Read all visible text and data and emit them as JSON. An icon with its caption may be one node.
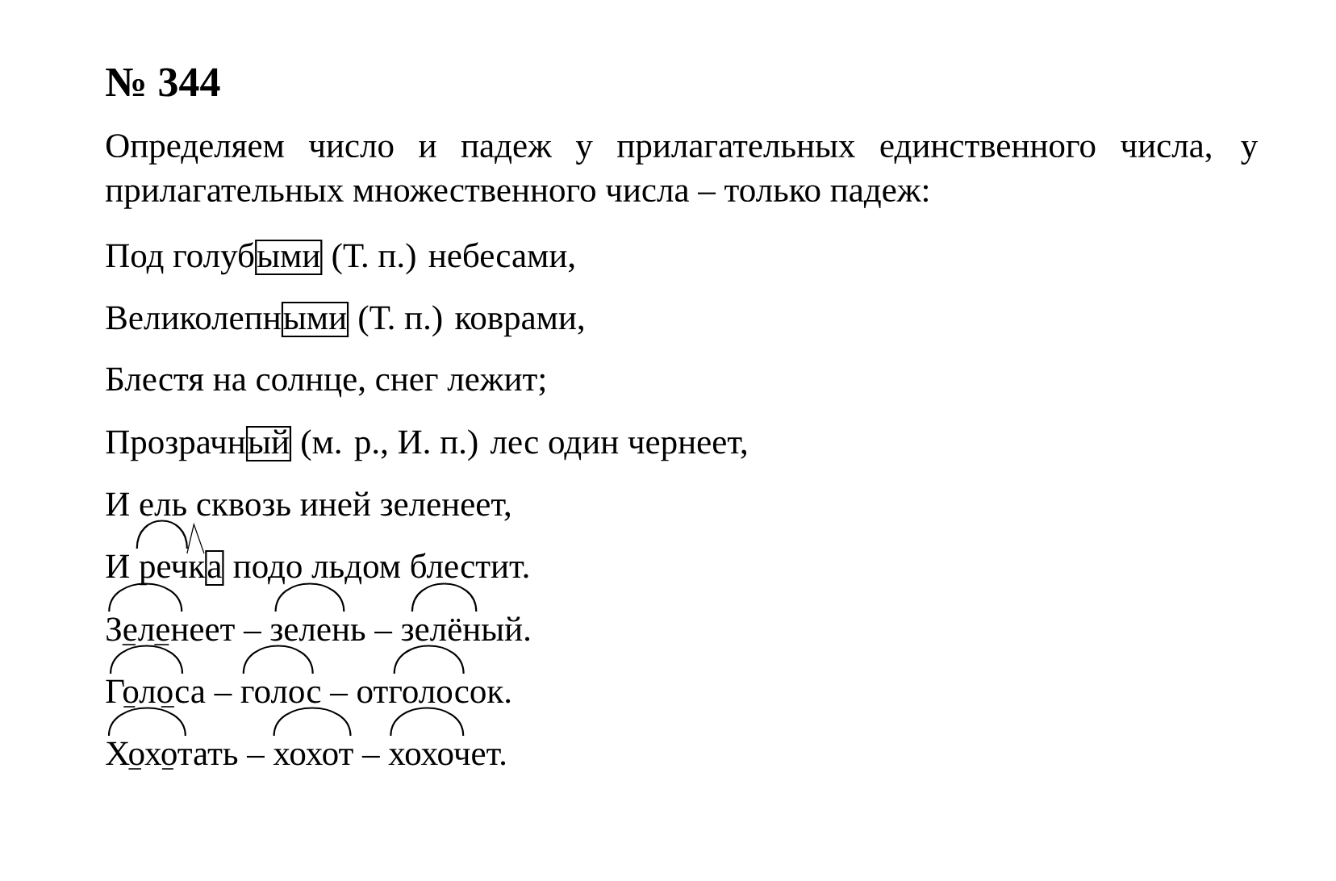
{
  "diagram": {
    "title": "№ 344",
    "nodes": [
      {
        "text": [
          "ыми"
        ]
      },
      {
        "text": [
          "ыми"
        ]
      },
      {
        "text": [
          "ый"
        ]
      },
      {
        "text": [
          "а"
        ]
      }
    ],
    "labels": [
      "Определяем число и падеж у прилагательных единственного числа, у прилагательных множественного числа – только падеж:",
      "Под голуб",
      "(Т. п.) небесами,",
      "Великолепн",
      "(Т. п.) коврами,",
      "Блестя на солнце, снег лежит;",
      "Прозрачн",
      "(м. р., И. п.) лес один чернеет,",
      "И ель сквозь иней зеленеет,",
      "И речк",
      "подо льдом блестит.",
      "Зеленеет – зелень – зелёный.",
      "Голоса – голос – отголосок.",
      "Хохотать – хохот – хохочет."
    ]
  }
}
